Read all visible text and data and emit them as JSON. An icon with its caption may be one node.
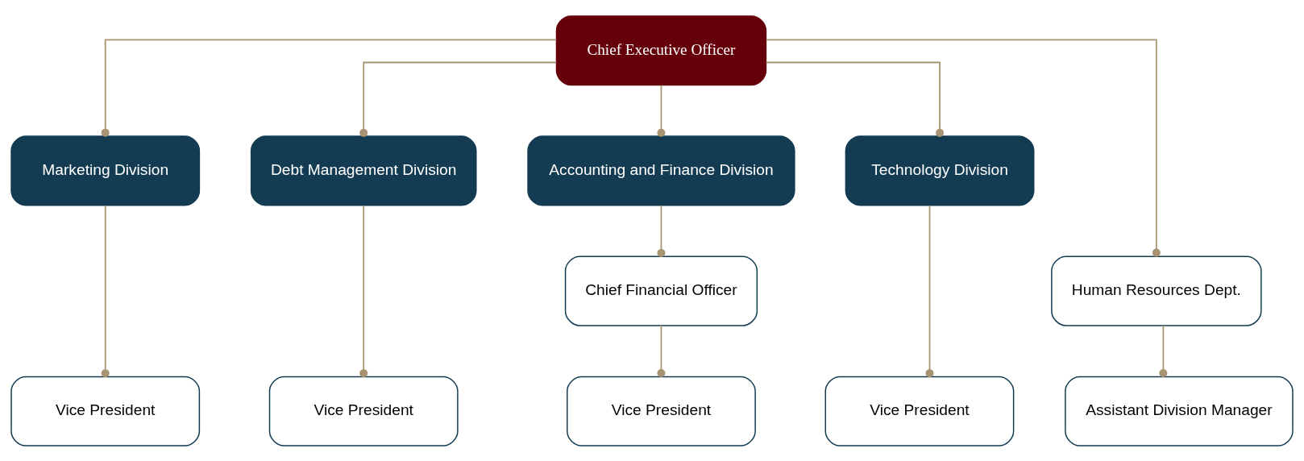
{
  "diagram": {
    "nodes": [
      {
        "text": [
          "Chief Executive Officer"
        ]
      },
      {
        "text": [
          "Marketing Division"
        ]
      },
      {
        "text": [
          "Debt Management Division"
        ]
      },
      {
        "text": [
          "Accounting and Finance Division"
        ]
      },
      {
        "text": [
          "Technology Division"
        ]
      },
      {
        "text": [
          "Chief Financial Officer"
        ]
      },
      {
        "text": [
          "Human Resources Dept."
        ]
      },
      {
        "text": [
          "Vice President"
        ]
      },
      {
        "text": [
          "Vice President"
        ]
      },
      {
        "text": [
          "Vice President"
        ]
      },
      {
        "text": [
          "Vice President"
        ]
      },
      {
        "text": [
          "Assistant Division Manager"
        ]
      }
    ],
    "edges": [
      {
        "from": 0,
        "to": 1,
        "arrow": "other"
      },
      {
        "from": 0,
        "to": 2,
        "arrow": "other"
      },
      {
        "from": 0,
        "to": 3,
        "arrow": "other"
      },
      {
        "from": 0,
        "to": 4,
        "arrow": "other"
      },
      {
        "from": 0,
        "to": 6,
        "arrow": "other"
      },
      {
        "from": 3,
        "to": 5,
        "arrow": "other"
      },
      {
        "from": 1,
        "to": 7,
        "arrow": "other"
      },
      {
        "from": 2,
        "to": 8,
        "arrow": "other"
      },
      {
        "from": 5,
        "to": 9,
        "arrow": "other"
      },
      {
        "from": 4,
        "to": 10,
        "arrow": "other"
      },
      {
        "from": 6,
        "to": 11,
        "arrow": "other"
      }
    ]
  }
}
